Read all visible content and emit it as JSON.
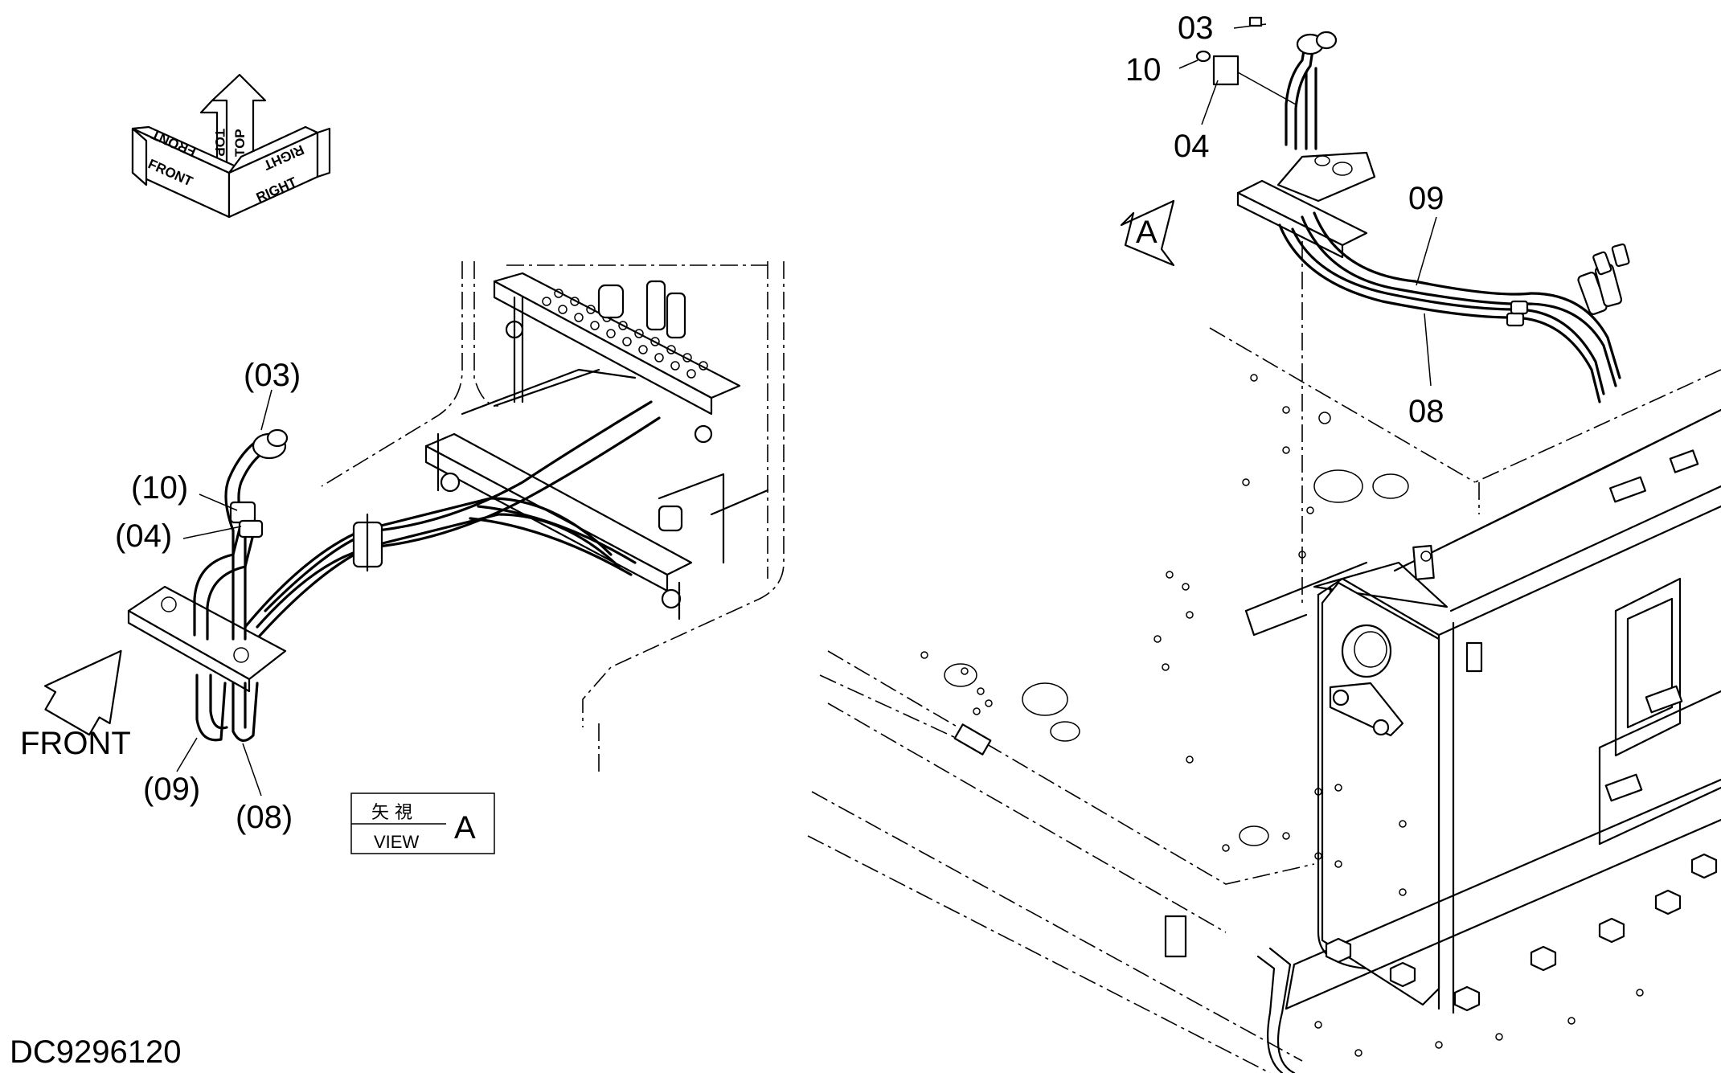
{
  "orientation": {
    "front": "FRONT",
    "top": "TOP",
    "right": "RIGHT"
  },
  "front_arrow_label": "FRONT",
  "left_view_labels": {
    "p03": "(03)",
    "p10": "(10)",
    "p04": "(04)",
    "p09": "(09)",
    "p08": "(08)"
  },
  "view_box": {
    "japanese": "矢 視",
    "english": "VIEW",
    "letter": "A"
  },
  "view_marker": "A",
  "right_view_labels": {
    "p03": "03",
    "p10": "10",
    "p04": "04",
    "p09": "09",
    "p08": "08"
  },
  "drawing_number": "DC9296120"
}
